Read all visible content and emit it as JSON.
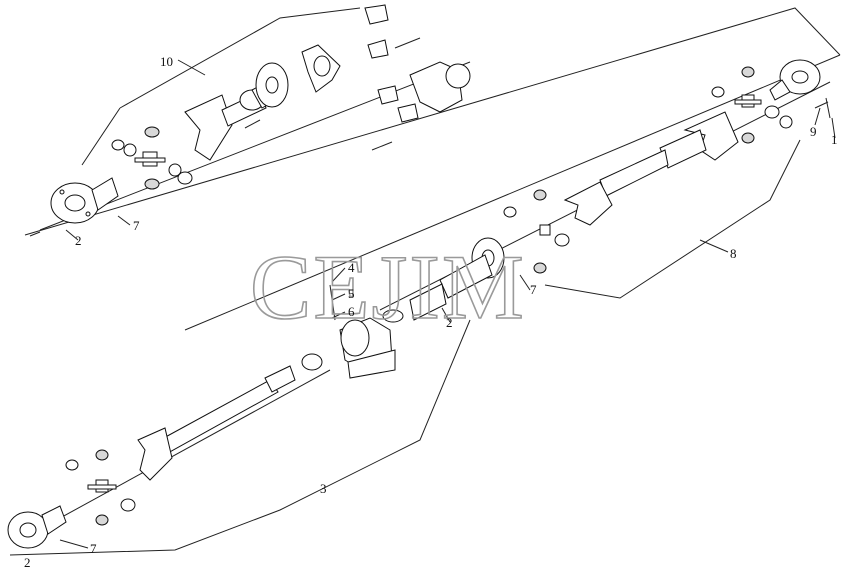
{
  "watermark": "CEJIM",
  "callouts": [
    {
      "id": "c10",
      "text": "10"
    },
    {
      "id": "c2a",
      "text": "2"
    },
    {
      "id": "c7a",
      "text": "7"
    },
    {
      "id": "c9",
      "text": "9"
    },
    {
      "id": "c1",
      "text": "1"
    },
    {
      "id": "c8",
      "text": "8"
    },
    {
      "id": "c4",
      "text": "4"
    },
    {
      "id": "c5",
      "text": "5"
    },
    {
      "id": "c6",
      "text": "6"
    },
    {
      "id": "c7b",
      "text": "7"
    },
    {
      "id": "c2b",
      "text": "2"
    },
    {
      "id": "c3",
      "text": "3"
    },
    {
      "id": "c7c",
      "text": "7"
    },
    {
      "id": "c2c",
      "text": "2"
    }
  ]
}
